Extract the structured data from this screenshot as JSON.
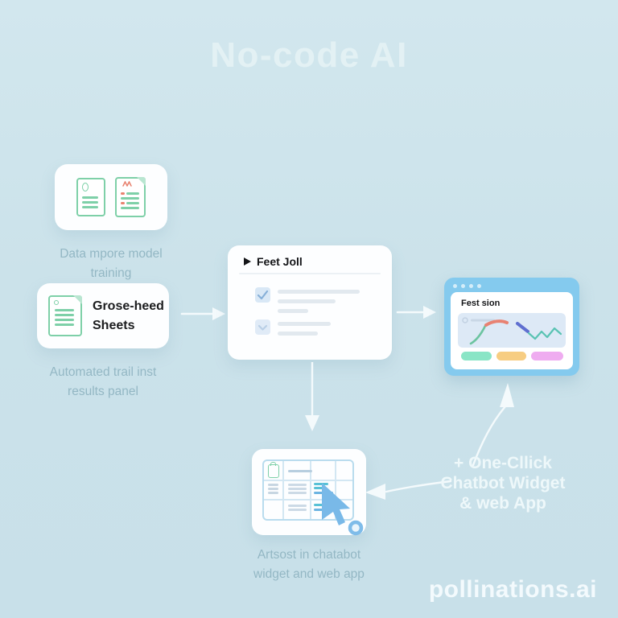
{
  "title": "No-code AI",
  "watermark": "pollinations.ai",
  "colors": {
    "background": "#cde3eb",
    "card": "#ffffff",
    "title_text": "#e3f1f4",
    "caption_text": "#93b7c4",
    "dark_text": "#141518",
    "icon_green": "#7ed0a8",
    "icon_red": "#e8826f",
    "browser_frame": "#84caee",
    "cursor_blue": "#79b9e8",
    "arrow_white": "#f4fafc",
    "pill_mint": "#8ae5c6",
    "pill_yellow": "#f7cd82",
    "pill_pink": "#efacf0",
    "chart_green": "#6cc4a0",
    "chart_coral": "#e88272",
    "chart_blue": "#5f6fd0",
    "chart_teal": "#59c3b3"
  },
  "nodes": {
    "data_import": {
      "caption_line1": "Data mpore model",
      "caption_line2": "training"
    },
    "sheets": {
      "title_line1": "Grose-heed",
      "title_line2": "Sheets",
      "caption_line1": "Automated trail inst",
      "caption_line2": "results panel"
    },
    "task_panel": {
      "header": "Feet Joll"
    },
    "dashboard": {
      "title": "Fest sion"
    },
    "grid_widget": {
      "caption_line1": "Artsost in chatabot",
      "caption_line2": "widget and web app"
    },
    "one_click": {
      "line1": "+ One-Cllick",
      "line2": "Chatbot Widget",
      "line3": "& web App"
    }
  }
}
